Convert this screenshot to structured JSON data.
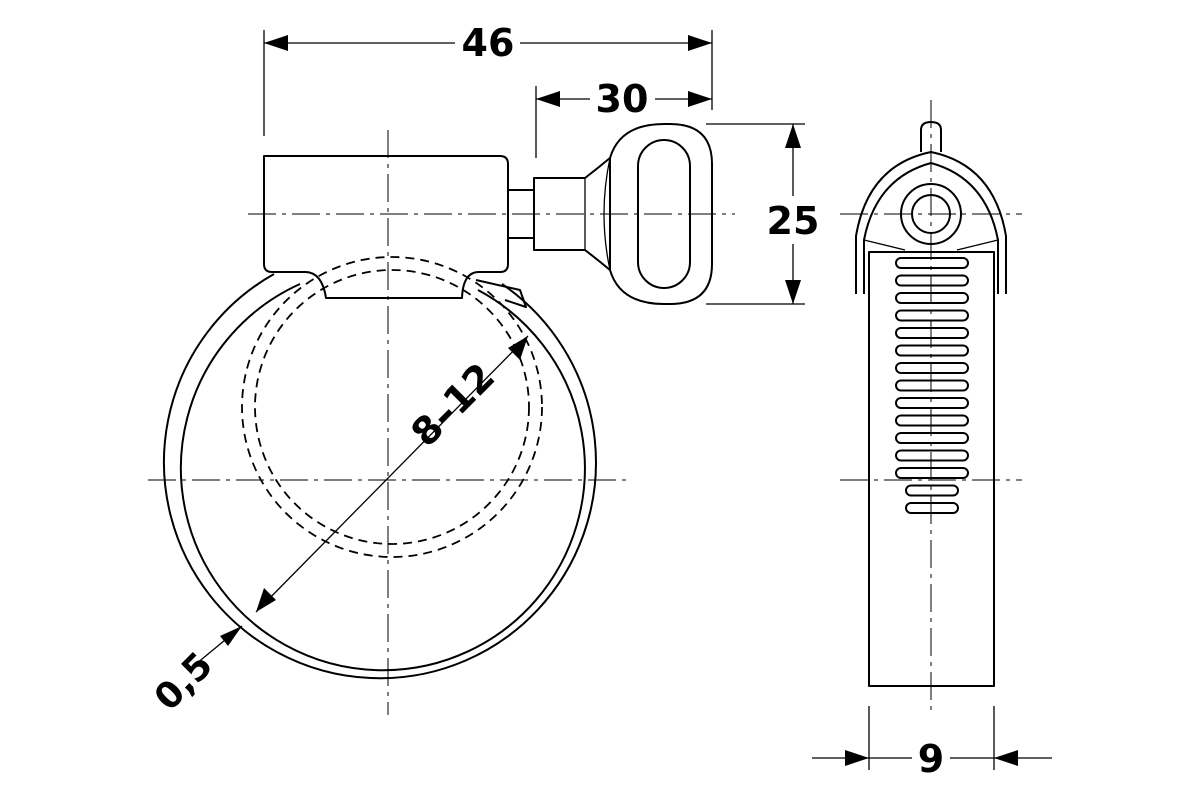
{
  "drawing": {
    "dimensions": {
      "overall_width": "46",
      "screw_head_width": "30",
      "screw_head_height": "25",
      "diameter_range": "8–12",
      "band_thickness": "0,5",
      "band_width": "9"
    }
  }
}
